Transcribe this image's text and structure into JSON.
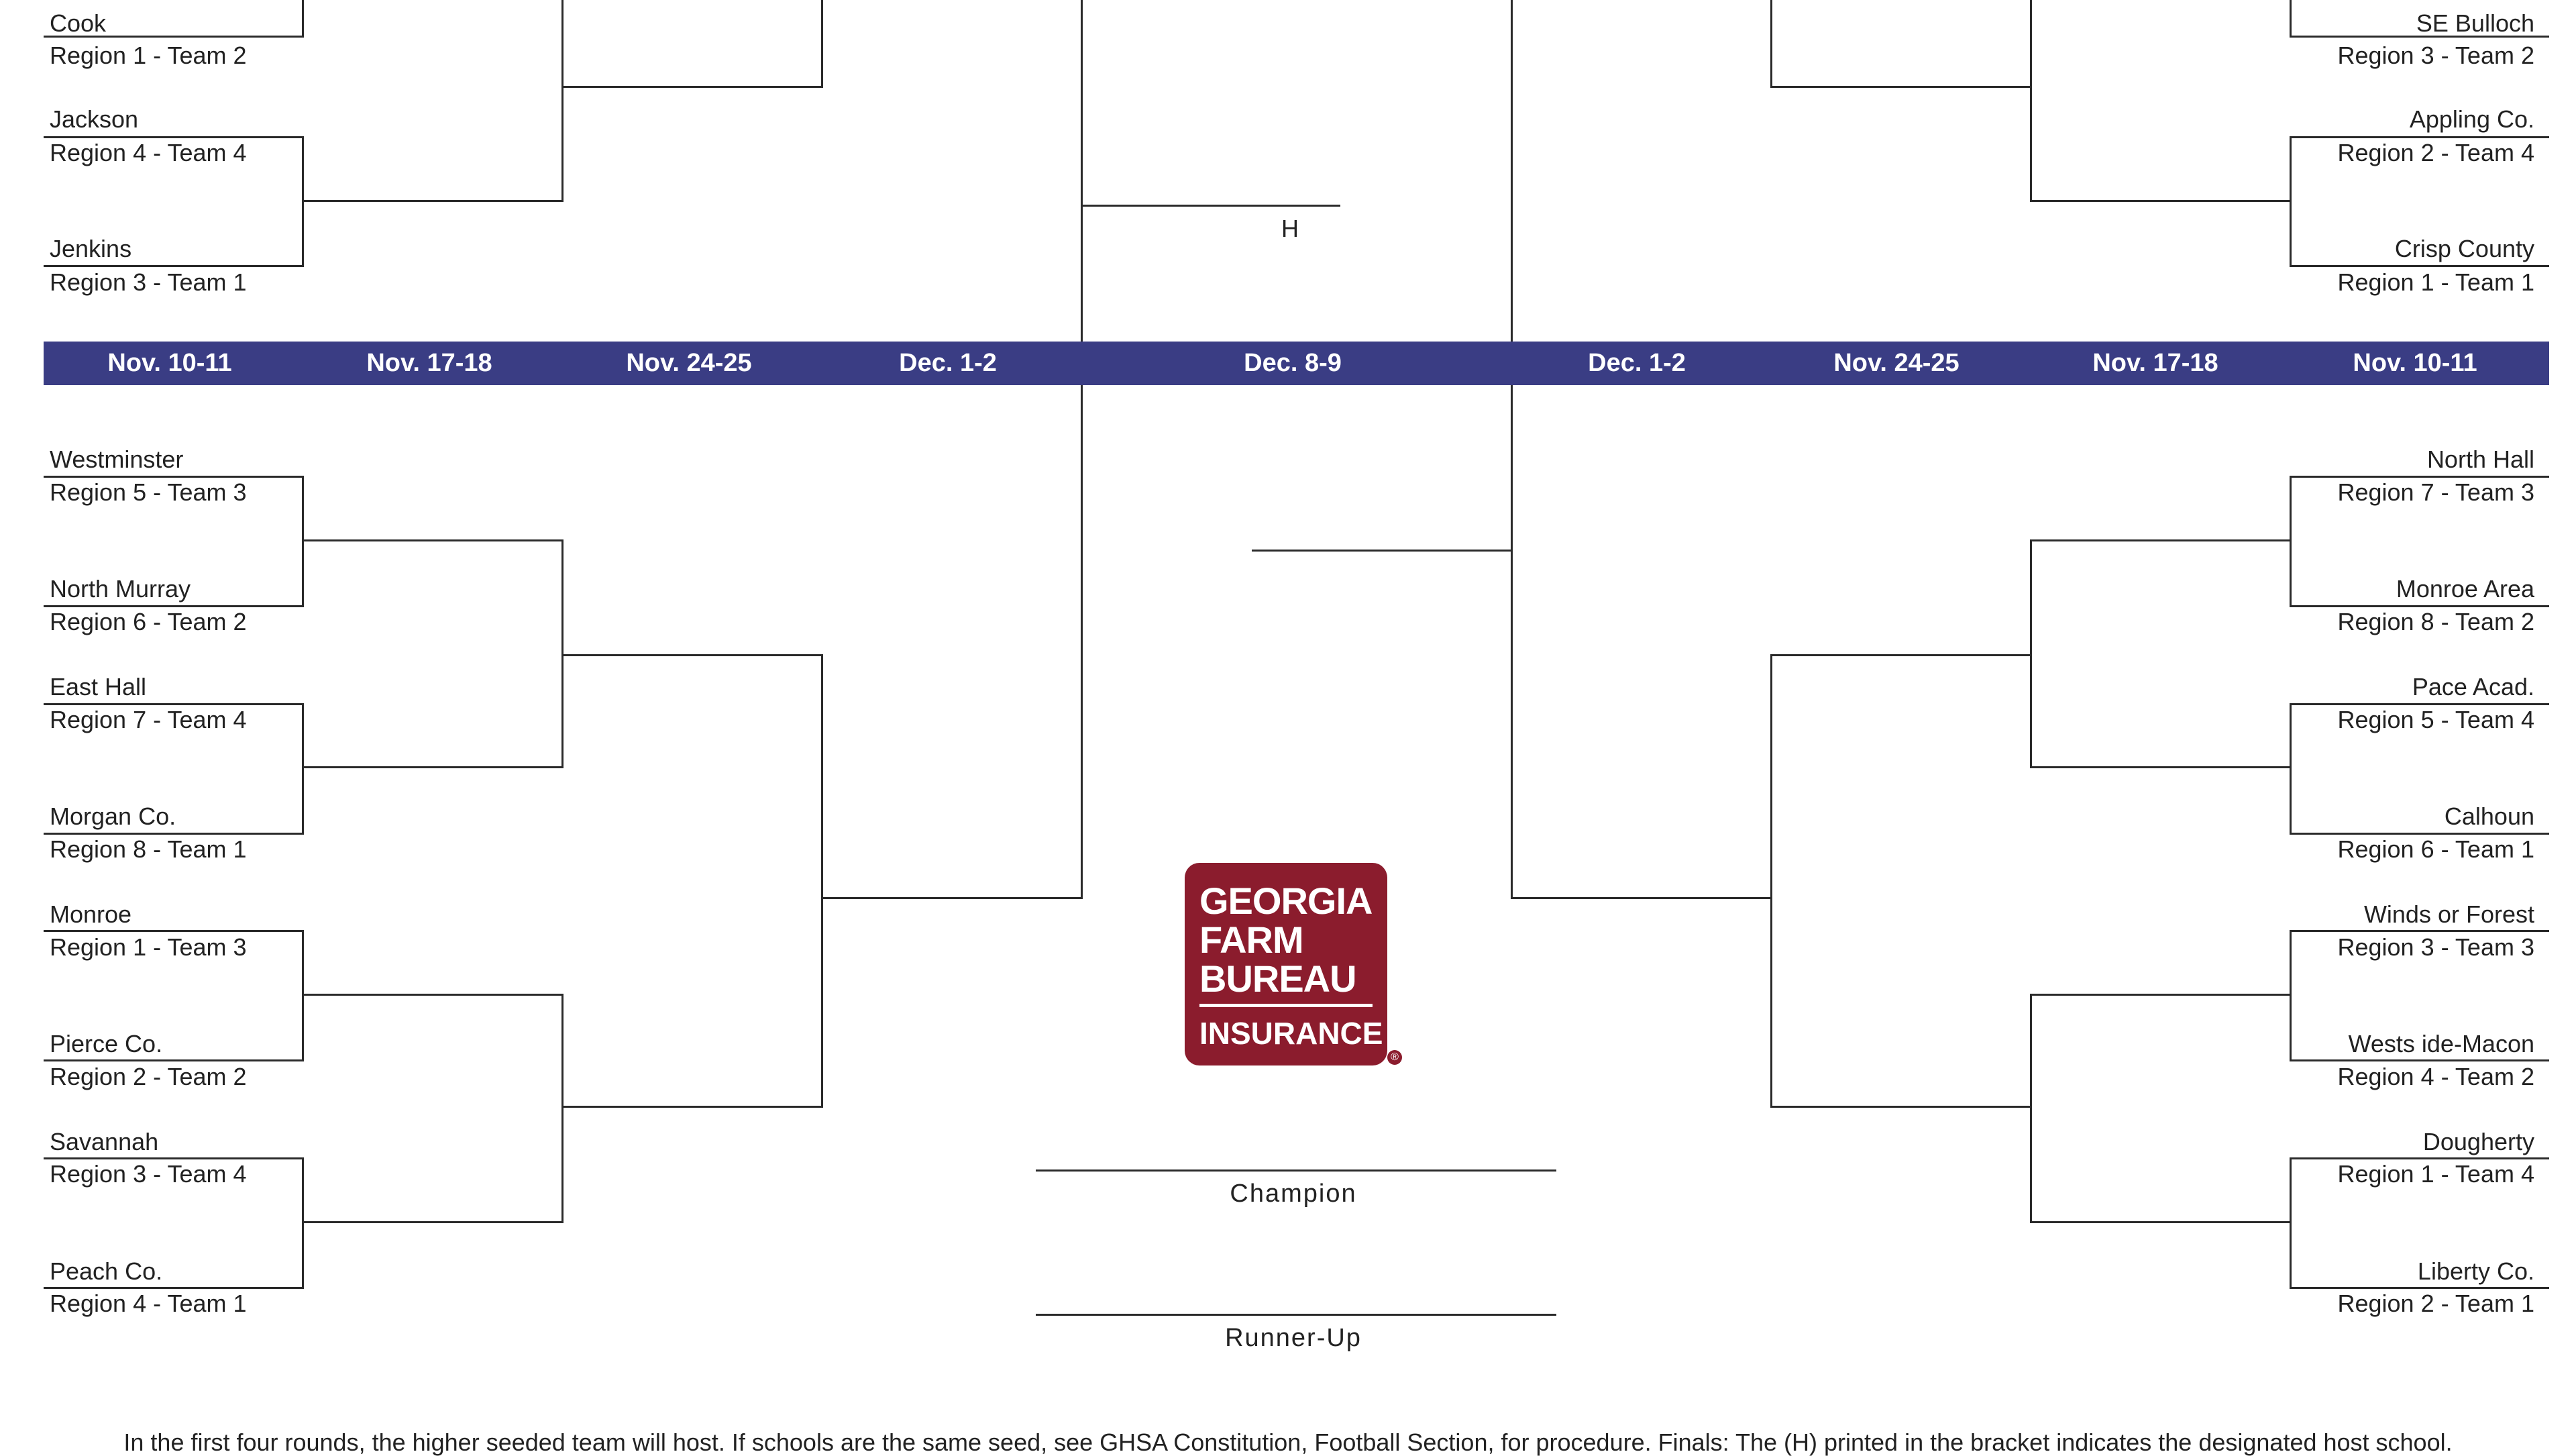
{
  "dates": {
    "left": [
      "Nov. 10-11",
      "Nov. 17-18",
      "Nov. 24-25",
      "Dec. 1-2"
    ],
    "center": "Dec. 8-9",
    "right": [
      "Dec. 1-2",
      "Nov. 24-25",
      "Nov. 17-18",
      "Nov. 10-11"
    ]
  },
  "left_top": [
    {
      "name": "Cook",
      "seed": "Region 1 - Team 2"
    },
    {
      "name": "Jackson",
      "seed": "Region 4 - Team 4"
    },
    {
      "name": "Jenkins",
      "seed": "Region 3 - Team 1"
    }
  ],
  "right_top": [
    {
      "name": "SE Bulloch",
      "seed": "Region 3 - Team 2"
    },
    {
      "name": "Appling Co.",
      "seed": "Region 2 - Team 4"
    },
    {
      "name": "Crisp County",
      "seed": "Region 1 - Team 1"
    }
  ],
  "left_bottom": [
    {
      "name": "Westminster",
      "seed": "Region 5 - Team 3"
    },
    {
      "name": "North Murray",
      "seed": "Region 6 - Team 2"
    },
    {
      "name": "East Hall",
      "seed": "Region 7 - Team 4"
    },
    {
      "name": "Morgan  Co.",
      "seed": "Region 8 - Team 1"
    },
    {
      "name": "Monroe",
      "seed": "Region 1 - Team 3"
    },
    {
      "name": "Pierce Co.",
      "seed": "Region 2 - Team 2"
    },
    {
      "name": "Savannah",
      "seed": "Region 3 - Team 4"
    },
    {
      "name": "Peach  Co.",
      "seed": "Region 4 - Team 1"
    }
  ],
  "right_bottom": [
    {
      "name": "North Hall",
      "seed": "Region 7 - Team 3"
    },
    {
      "name": "Monroe Area",
      "seed": "Region 8 - Team 2"
    },
    {
      "name": "Pace Acad.",
      "seed": "Region 5 - Team 4"
    },
    {
      "name": "Calhoun",
      "seed": "Region 6 - Team 1"
    },
    {
      "name": "Winds or Forest",
      "seed": "Region 3 - Team 3"
    },
    {
      "name": "Wests ide-Macon",
      "seed": "Region 4 - Team 2"
    },
    {
      "name": "Dougherty",
      "seed": "Region 1 - Team 4"
    },
    {
      "name": "Liberty Co.",
      "seed": "Region 2 - Team 1"
    }
  ],
  "host_marker": "H",
  "champion_label": "Champion",
  "runner_up_label": "Runner-Up",
  "logo": {
    "line1": "GEORGIA",
    "line2": "FARM",
    "line3": "BUREAU",
    "line4": "INSURANCE",
    "mark": "®",
    "bg_color": "#8b1c2d"
  },
  "date_bar_color": "#3a3d84",
  "footnote": "In the first four rounds, the higher seeded team will host.  If schools are the same seed, see GHSA Constitution, Football Section, for procedure. Finals: The (H) printed in the bracket indicates the designated host school."
}
